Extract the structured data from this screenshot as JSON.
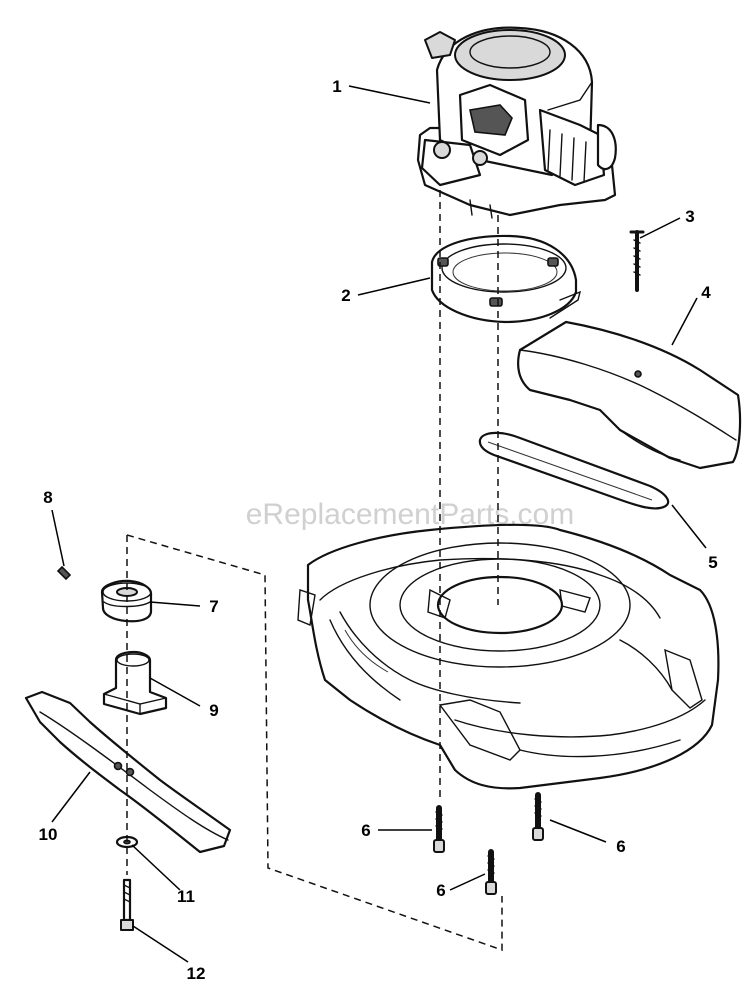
{
  "watermark": "eReplacementParts.com",
  "callouts": {
    "c1": "1",
    "c2": "2",
    "c3": "3",
    "c4": "4",
    "c5": "5",
    "c6a": "6",
    "c6b": "6",
    "c6c": "6",
    "c7": "7",
    "c8": "8",
    "c9": "9",
    "c10": "10",
    "c11": "11",
    "c12": "12"
  }
}
